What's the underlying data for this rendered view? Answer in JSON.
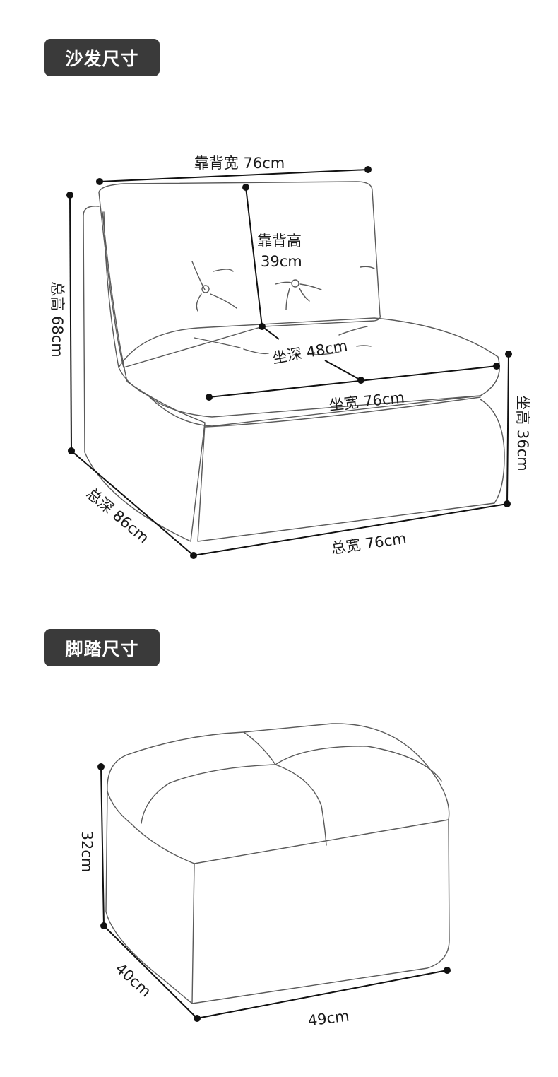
{
  "sofa": {
    "heading": "沙发尺寸",
    "labels": {
      "back_width": "靠背宽 76cm",
      "back_height_name": "靠背高",
      "back_height_value": "39cm",
      "total_height": "总高 68cm",
      "seat_depth": "坐深 48cm",
      "seat_width": "坐宽 76cm",
      "seat_height": "坐高 36cm",
      "total_depth": "总深 86cm",
      "total_width": "总宽 76cm"
    }
  },
  "ottoman": {
    "heading": "脚踏尺寸",
    "labels": {
      "height": "32cm",
      "depth": "40cm",
      "width": "49cm"
    }
  }
}
